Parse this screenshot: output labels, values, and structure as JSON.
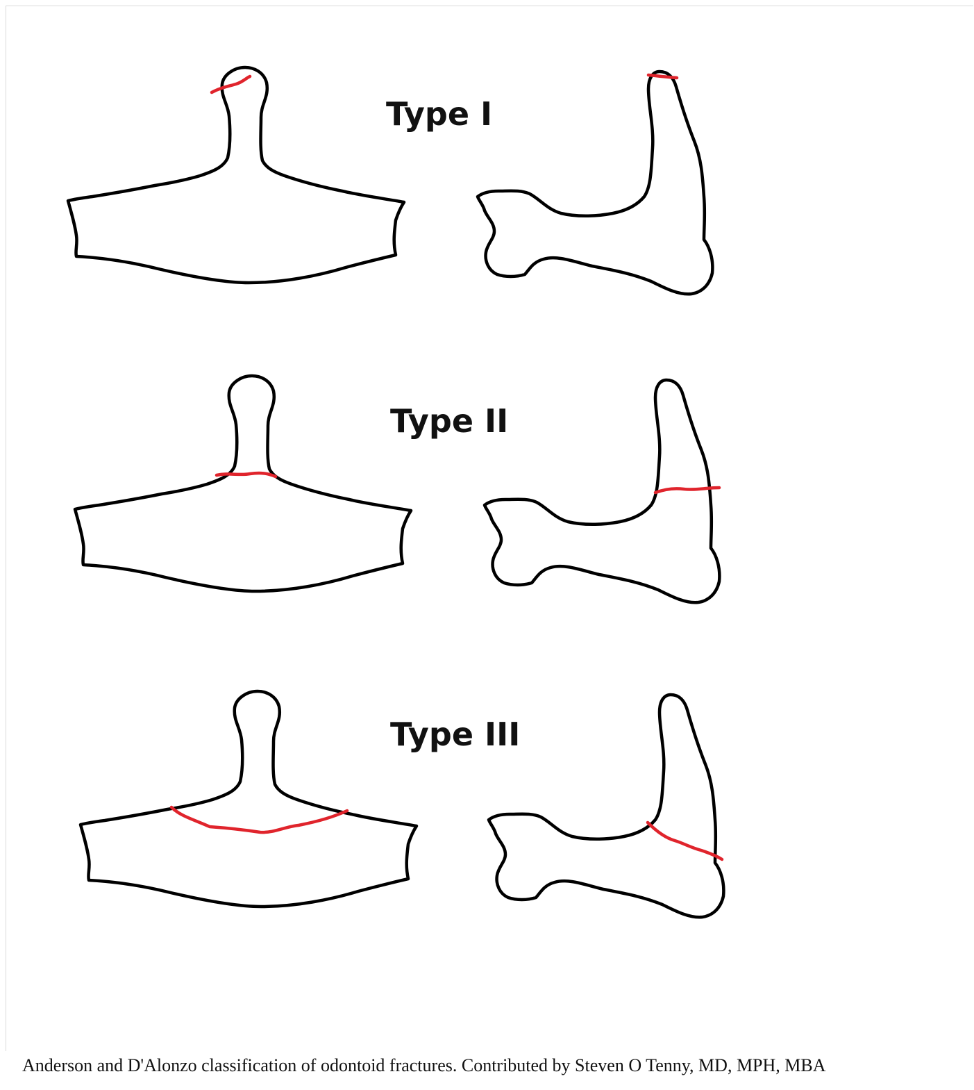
{
  "colors": {
    "outline": "#000000",
    "fracture_line": "#e0242c",
    "background": "#ffffff"
  },
  "types": [
    {
      "label": "Type I",
      "fracture_site": "tip of odontoid process"
    },
    {
      "label": "Type II",
      "fracture_site": "base of odontoid process"
    },
    {
      "label": "Type III",
      "fracture_site": "extends into vertebral body"
    }
  ],
  "caption": "Anderson and D'Alonzo classification of odontoid fractures. Contributed by Steven O Tenny, MD, MPH, MBA"
}
